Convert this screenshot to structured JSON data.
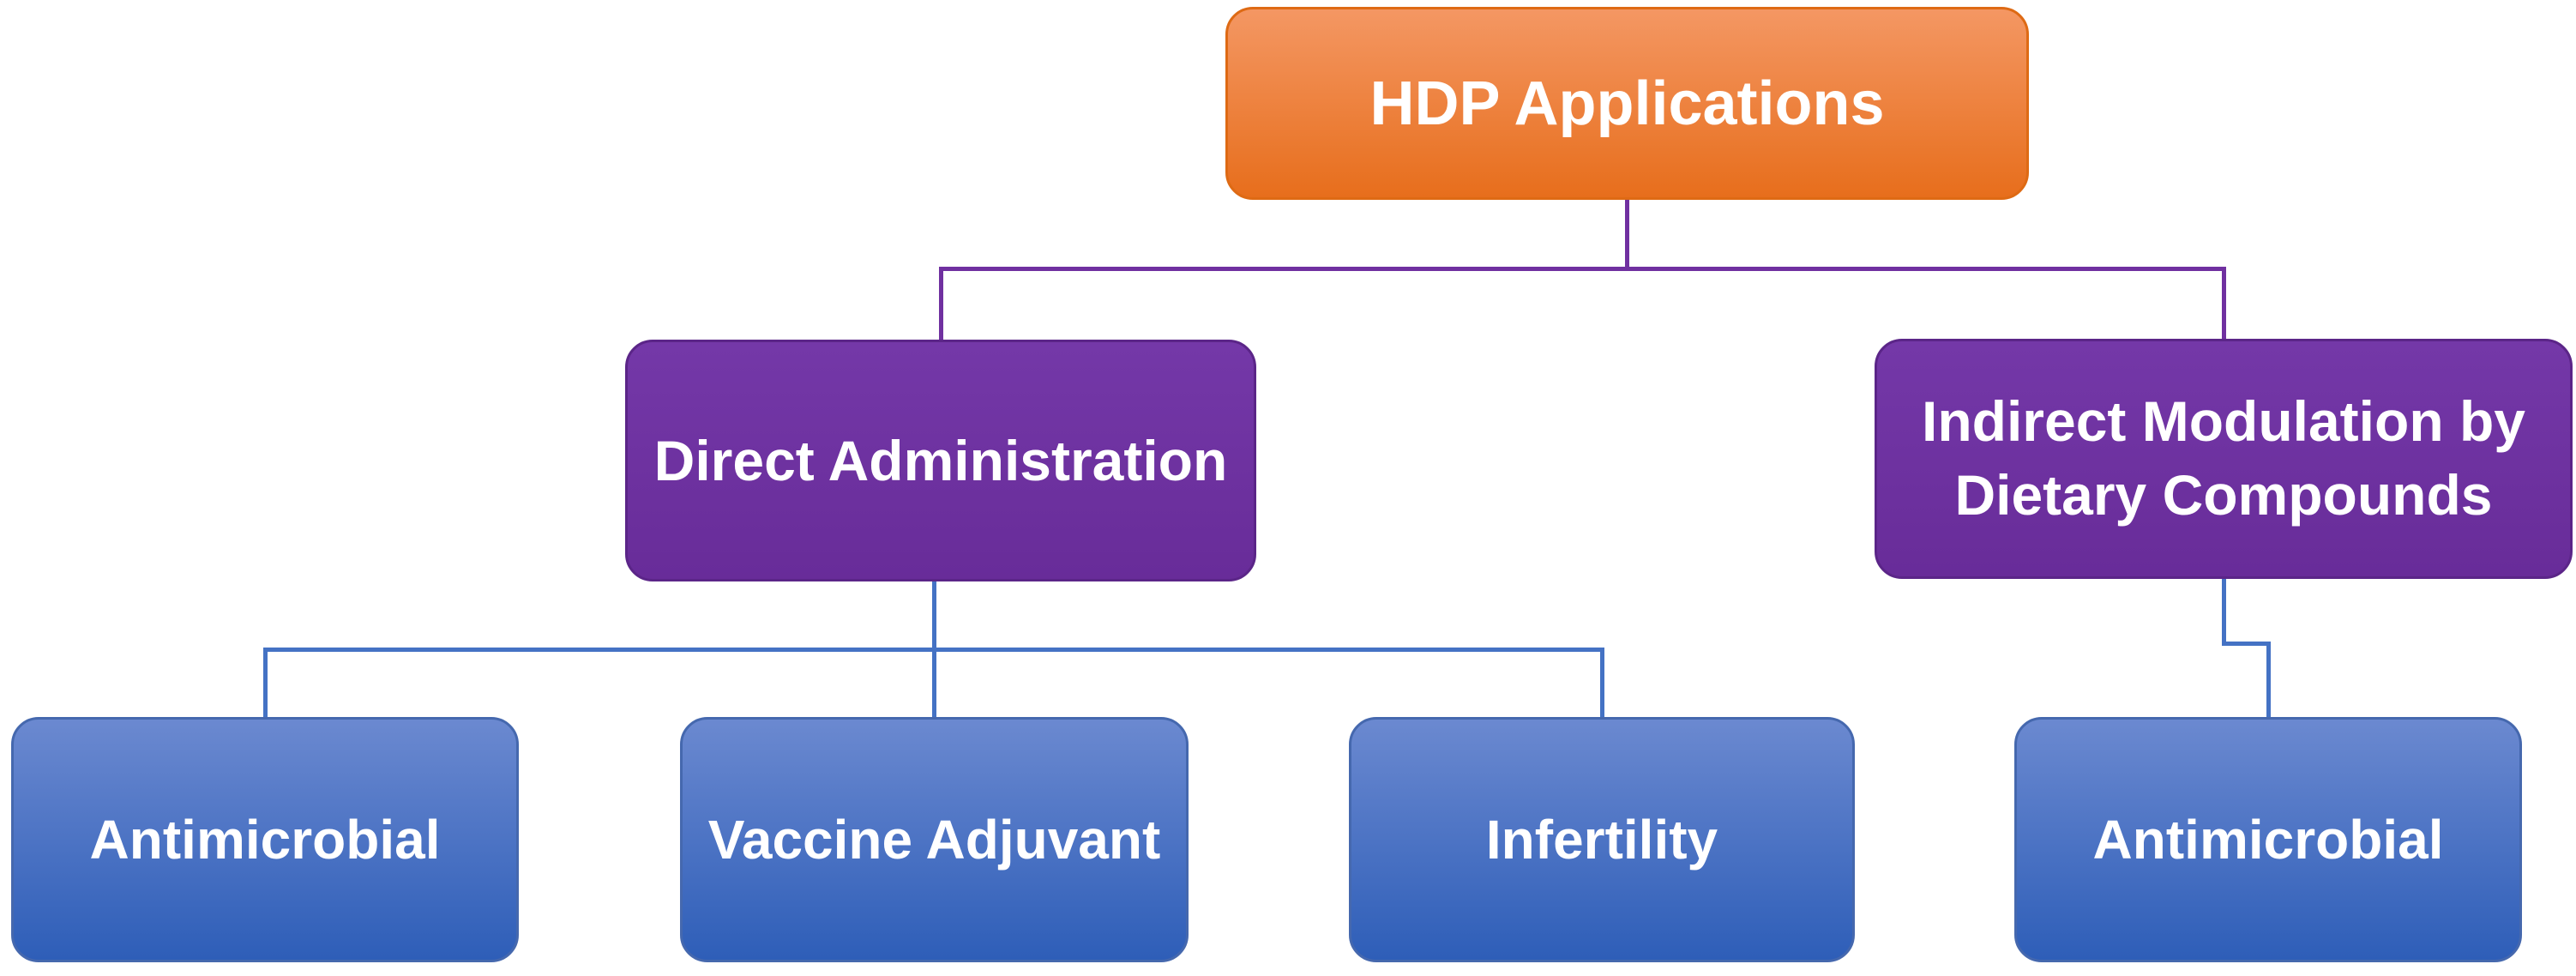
{
  "diagram_type": "hierarchy-flowchart",
  "nodes": {
    "root": {
      "label": "HDP Applications",
      "level": 1
    },
    "direct": {
      "label": "Direct Administration",
      "level": 2,
      "parent": "root"
    },
    "indirect": {
      "label": "Indirect Modulation by Dietary Compounds",
      "level": 2,
      "parent": "root"
    },
    "leaf1": {
      "label": "Antimicrobial",
      "level": 3,
      "parent": "direct"
    },
    "leaf2": {
      "label": "Vaccine Adjuvant",
      "level": 3,
      "parent": "direct"
    },
    "leaf3": {
      "label": "Infertility",
      "level": 3,
      "parent": "direct"
    },
    "leaf4": {
      "label": "Antimicrobial",
      "level": 3,
      "parent": "indirect"
    }
  },
  "colors": {
    "background": "#FFFFFF",
    "text": "#FFFFFF",
    "root_fill_top": "#F49763",
    "root_fill_bottom": "#E76E1C",
    "root_border": "#DE6A14",
    "branch_fill_top": "#7438A8",
    "branch_fill_bottom": "#682C99",
    "branch_border": "#5B2588",
    "leaf_fill_top": "#6B89D0",
    "leaf_fill_bottom": "#2E5EB8",
    "leaf_border": "#4568AE",
    "connector_purple": "#7030A0",
    "connector_blue": "#4472C4"
  }
}
